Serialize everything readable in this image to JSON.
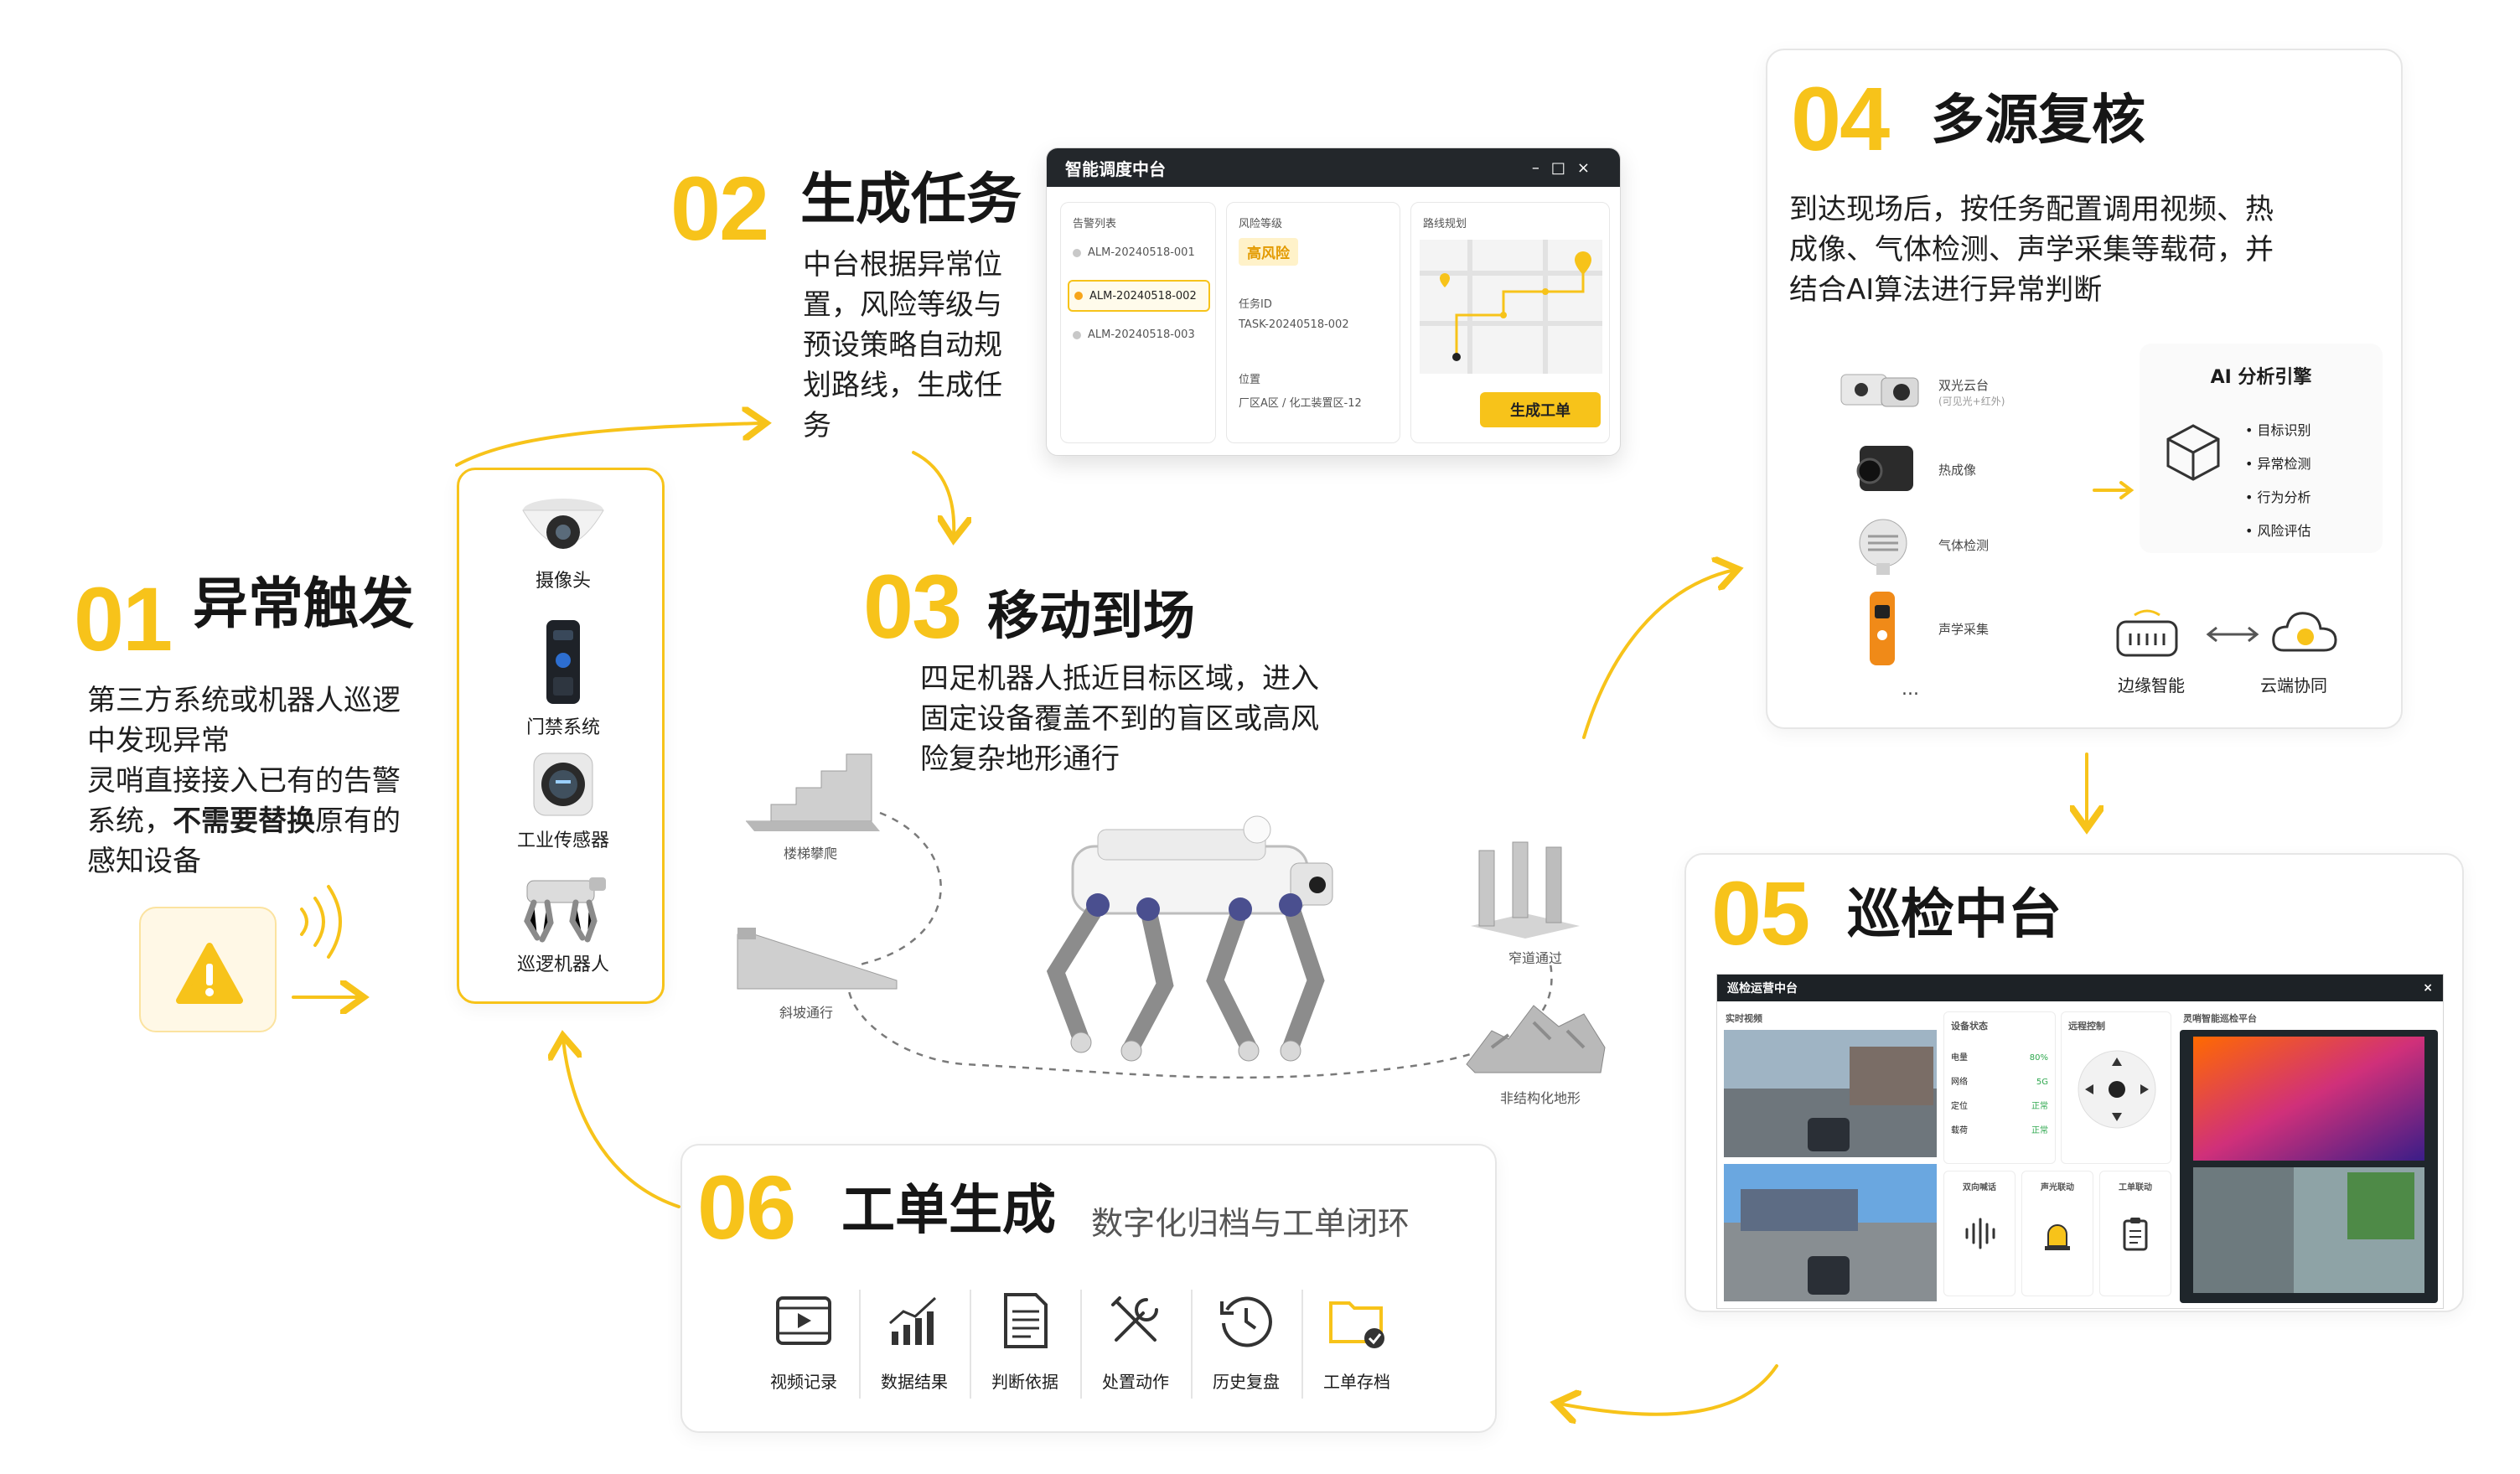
{
  "colors": {
    "accent": "#f7c31a",
    "text": "#1c1c1c",
    "muted": "#666666",
    "panel_dark": "#1d2226"
  },
  "step1": {
    "num": "01",
    "title": "异常触发",
    "line1": "第三方系统或机器人巡逻",
    "line2": "中发现异常",
    "line3": "灵哨直接接入已有的告警",
    "line4_a": "系统，",
    "line4_b": "不需要替换",
    "line4_c": "原有的",
    "line5": "感知设备",
    "alert_icon": "warning-triangle-icon",
    "devices": [
      {
        "icon": "dome-camera-icon",
        "label": "摄像头"
      },
      {
        "icon": "access-control-icon",
        "label": "门禁系统"
      },
      {
        "icon": "industrial-sensor-icon",
        "label": "工业传感器"
      },
      {
        "icon": "quadruped-robot-icon",
        "label": "巡逻机器人"
      }
    ]
  },
  "step2": {
    "num": "02",
    "title": "生成任务",
    "lines": [
      "中台根据异常位",
      "置，风险等级与",
      "预设策略自动规",
      "划路线，生成任",
      "务"
    ],
    "window": {
      "title": "智能调度中台",
      "col1_header": "告警列表",
      "alarms": [
        "ALM-20240518-001",
        "ALM-20240518-002",
        "ALM-20240518-003"
      ],
      "col2_header": "风险等级",
      "risk_badge": "高风险",
      "task_label": "任务ID",
      "task_value": "TASK-20240518-002",
      "location_label": "位置",
      "location_value": "厂区A区 / 化工装置区-12",
      "col3_header": "路线规划",
      "button": "生成工单"
    }
  },
  "step3": {
    "num": "03",
    "title": "移动到场",
    "lines": [
      "四足机器人抵近目标区域，进入",
      "固定设备覆盖不到的盲区或高风",
      "险复杂地形通行"
    ],
    "terrain": [
      "楼梯攀爬",
      "斜坡通行",
      "窄道通过",
      "非结构化地形"
    ]
  },
  "step4": {
    "num": "04",
    "title": "多源复核",
    "lines": [
      "到达现场后，按任务配置调用视频、热",
      "成像、气体检测、声学采集等载荷，并",
      "结合AI算法进行异常判断"
    ],
    "payloads": [
      {
        "icon": "dual-light-ptz-icon",
        "label": "双光云台",
        "sub": "(可见光+红外)"
      },
      {
        "icon": "thermal-camera-icon",
        "label": "热成像",
        "sub": ""
      },
      {
        "icon": "gas-detector-icon",
        "label": "气体检测",
        "sub": ""
      },
      {
        "icon": "acoustic-device-icon",
        "label": "声学采集",
        "sub": ""
      }
    ],
    "more": "...",
    "ai_title": "AI 分析引擎",
    "ai_items": [
      "目标识别",
      "异常检测",
      "行为分析",
      "风险评估"
    ],
    "edge_label": "边缘智能",
    "cloud_label": "云端协同"
  },
  "step5": {
    "num": "05",
    "title": "巡检中台",
    "window": {
      "title": "巡检运营中台",
      "video_title": "实时视频",
      "status_title": "设备状态",
      "status_rows": [
        {
          "k": "电量",
          "v": "80%"
        },
        {
          "k": "网络",
          "v": "5G"
        },
        {
          "k": "定位",
          "v": "正常"
        },
        {
          "k": "载荷",
          "v": "正常"
        }
      ],
      "remote_title": "远程控制",
      "platform_title": "灵哨智能巡检平台",
      "actions": [
        "双向喊话",
        "声光联动",
        "工单联动"
      ]
    }
  },
  "step6": {
    "num": "06",
    "title": "工单生成",
    "subtitle": "数字化归档与工单闭环",
    "items": [
      {
        "icon": "video-record-icon",
        "label": "视频记录"
      },
      {
        "icon": "data-chart-icon",
        "label": "数据结果"
      },
      {
        "icon": "document-icon",
        "label": "判断依据"
      },
      {
        "icon": "tools-icon",
        "label": "处置动作"
      },
      {
        "icon": "history-icon",
        "label": "历史复盘"
      },
      {
        "icon": "folder-check-icon",
        "label": "工单存档"
      }
    ]
  }
}
